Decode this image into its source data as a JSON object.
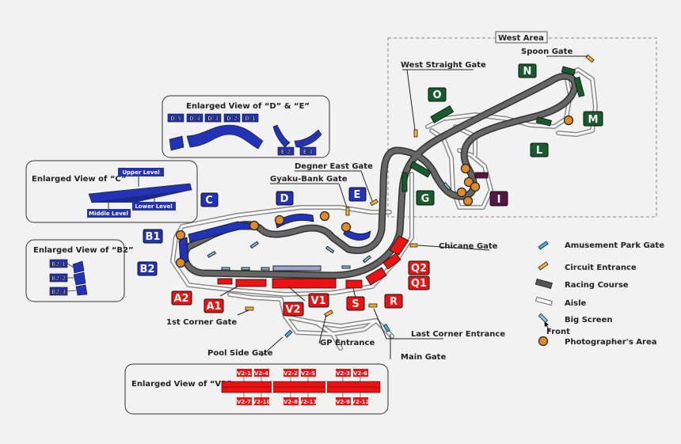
{
  "west_area": {
    "title": "West Area"
  },
  "gates": {
    "spoon": "Spoon Gate",
    "west_straight": "West Straight Gate",
    "degner_east": "Degner East Gate",
    "gyaku_bank": "Gyaku-Bank Gate",
    "chicane": "Chicane Gate",
    "first_corner": "1st Corner Gate",
    "pool_side": "Pool Side Gate",
    "gp_entrance": "GP Entrance",
    "last_corner": "Last Corner Entrance",
    "main": "Main Gate"
  },
  "insets": {
    "de": {
      "title": "Enlarged View of “D” & “E”",
      "d_labels": [
        "D-5",
        "D-4",
        "D-3",
        "D-2",
        "D-1"
      ],
      "e_labels": [
        "E-2",
        "E-1"
      ]
    },
    "c": {
      "title": "Enlarged View of “C”",
      "upper": "Upper Level",
      "middle": "Middle Level",
      "lower": "Lower Level"
    },
    "b2": {
      "title": "Enlarged View of “B2”",
      "labels": [
        "B2-1",
        "B2-2",
        "B2-3"
      ]
    },
    "v2": {
      "title": "Enlarged View of “V2”",
      "top": [
        "V2-1",
        "V2-4",
        "V2-2",
        "V2-5",
        "V2-3",
        "V2-6"
      ],
      "bottom": [
        "V2-7",
        "V2-10",
        "V2-8",
        "V2-11",
        "V2-9",
        "V2-12"
      ]
    }
  },
  "stands": {
    "B1": "B1",
    "B2": "B2",
    "C": "C",
    "D": "D",
    "E": "E",
    "A1": "A1",
    "A2": "A2",
    "V1": "V1",
    "V2": "V2",
    "S": "S",
    "R": "R",
    "Q1": "Q1",
    "Q2": "Q2",
    "G": "G",
    "I": "I",
    "O": "O",
    "N": "N",
    "M": "M",
    "L": "L"
  },
  "legend": {
    "amusement": "Amusement Park Gate",
    "circuit_entrance": "Circuit Entrance",
    "racing_course": "Racing Course",
    "aisle": "Aisle",
    "big_screen": "Big Screen",
    "front": "Front",
    "photographer": "Photographer's Area"
  },
  "colors": {
    "blue": "#2233b8",
    "red": "#ee1111",
    "green": "#165c2c",
    "purple": "#55163f",
    "track": "#555555",
    "orange": "#e08a28",
    "gate_yellow": "#f0b030",
    "amusement": "#3aaee0"
  }
}
